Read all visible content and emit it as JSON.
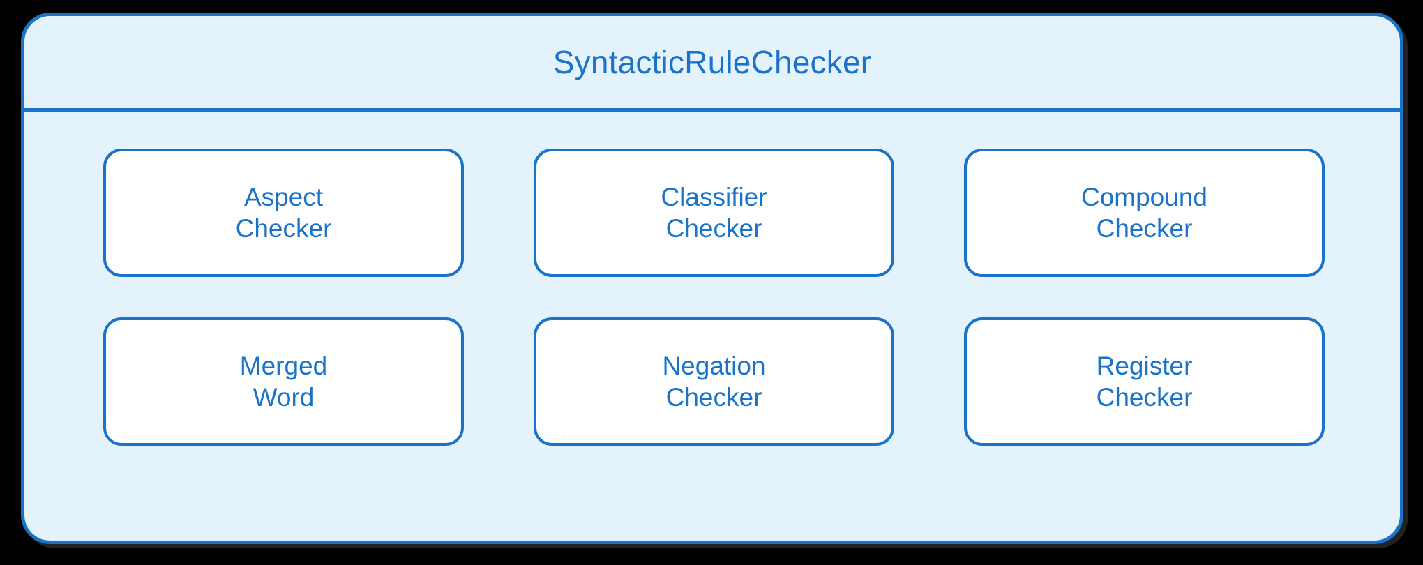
{
  "diagram": {
    "title": "SyntacticRuleChecker",
    "colors": {
      "background": "#000000",
      "container_fill": "#e4f2fc",
      "container_border": "#1a73c8",
      "box_fill": "#ffffff",
      "box_border": "#1a73c8",
      "text": "#1a73c8"
    },
    "boxes": [
      {
        "line1": "Aspect",
        "line2": "Checker",
        "full_label": "Aspect Checker"
      },
      {
        "line1": "Classifier",
        "line2": "Checker",
        "full_label": "Classifier Checker"
      },
      {
        "line1": "Compound",
        "line2": "Checker",
        "full_label": "Compound Checker"
      },
      {
        "line1": "Merged",
        "line2": "Word",
        "full_label": "Merged Word"
      },
      {
        "line1": "Negation",
        "line2": "Checker",
        "full_label": "Negation Checker"
      },
      {
        "line1": "Register",
        "line2": "Checker",
        "full_label": "Register Checker"
      }
    ]
  }
}
